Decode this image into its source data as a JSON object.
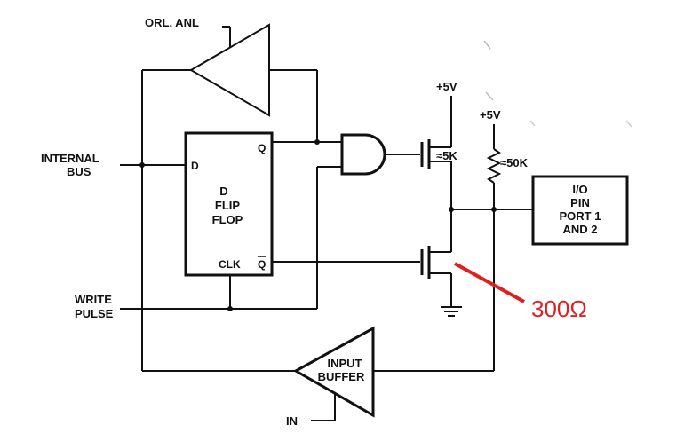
{
  "labels": {
    "orl_anl": "ORL, ANL",
    "internal_bus_1": "INTERNAL",
    "internal_bus_2": "BUS",
    "write_pulse_1": "WRITE",
    "write_pulse_2": "PULSE",
    "ff_d_pin": "D",
    "ff_q_pin": "Q",
    "ff_clk_pin": "CLK",
    "ff_qbar_pin": "Q",
    "ff_title_1": "D",
    "ff_title_2": "FLIP",
    "ff_title_3": "FLOP",
    "vcc_left": "+5V",
    "vcc_right": "+5V",
    "pullup_fet": "≈5K",
    "pullup_res": "≈50K",
    "io_1": "I/O",
    "io_2": "PIN",
    "io_3": "PORT 1",
    "io_4": "AND 2",
    "buffer_1": "INPUT",
    "buffer_2": "BUFFER",
    "input_in": "IN",
    "annotation": "300Ω"
  },
  "colors": {
    "line": "#111111",
    "annotation": "#e02020"
  }
}
